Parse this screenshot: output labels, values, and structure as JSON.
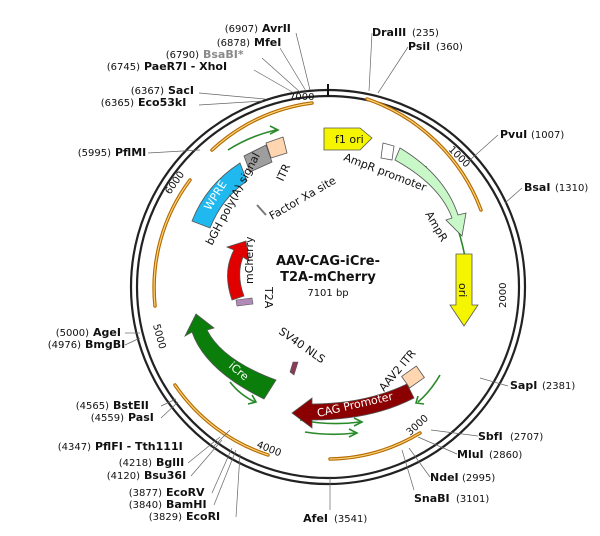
{
  "plasmid": {
    "name_line1": "AAV-CAG-iCre-",
    "name_line2": "T2A-mCherry",
    "size": "7101 bp"
  },
  "ticks": [
    "1000",
    "2000",
    "3000",
    "4000",
    "5000",
    "6000",
    "7000"
  ],
  "sites": {
    "avrii": {
      "name": "AvrII",
      "pos": "(6907)"
    },
    "mfei": {
      "name": "MfeI",
      "pos": "(6878)"
    },
    "bsabi": {
      "name": "BsaBI*",
      "pos": "(6790)"
    },
    "paer7i": {
      "name": "PaeR7I - XhoI",
      "pos": "(6745)"
    },
    "saci": {
      "name": "SacI",
      "pos": "(6367)"
    },
    "eco53ki": {
      "name": "Eco53kI",
      "pos": "(6365)"
    },
    "pflmi": {
      "name": "PflMI",
      "pos": "(5995)"
    },
    "agei": {
      "name": "AgeI",
      "pos": "(5000)"
    },
    "bmgbi": {
      "name": "BmgBI",
      "pos": "(4976)"
    },
    "bsteii": {
      "name": "BstEII",
      "pos": "(4565)"
    },
    "pasi": {
      "name": "PasI",
      "pos": "(4559)"
    },
    "pflfi": {
      "name": "PflFI - Tth111I",
      "pos": "(4347)"
    },
    "bglii": {
      "name": "BglII",
      "pos": "(4218)"
    },
    "bsu36i": {
      "name": "Bsu36I",
      "pos": "(4120)"
    },
    "ecorv": {
      "name": "EcoRV",
      "pos": "(3877)"
    },
    "bamhi": {
      "name": "BamHI",
      "pos": "(3840)"
    },
    "ecori": {
      "name": "EcoRI",
      "pos": "(3829)"
    },
    "afei": {
      "name": "AfeI",
      "pos": "(3541)"
    },
    "snabi": {
      "name": "SnaBI",
      "pos": "(3101)"
    },
    "ndei": {
      "name": "NdeI",
      "pos": "(2995)"
    },
    "mlui": {
      "name": "MluI",
      "pos": "(2860)"
    },
    "sbfi": {
      "name": "SbfI",
      "pos": "(2707)"
    },
    "sapi": {
      "name": "SapI",
      "pos": "(2381)"
    },
    "bsai": {
      "name": "BsaI",
      "pos": "(1310)"
    },
    "pvui": {
      "name": "PvuI",
      "pos": "(1007)"
    },
    "psii": {
      "name": "PsiI",
      "pos": "(360)"
    },
    "draiii": {
      "name": "DraIII",
      "pos": "(235)"
    }
  },
  "features": {
    "f1ori": "f1 ori",
    "ampr_promoter": "AmpR promoter",
    "ampr": "AmpR",
    "ori": "ori",
    "aav2_itr": "AAV2 ITR",
    "cag_promoter": "CAG Promoter",
    "icre": "iCre",
    "sv40_nls": "SV40 NLS",
    "t2a": "T2A",
    "mcherry": "mCherry",
    "factor_xa": "Factor Xa site",
    "wpre": "WPRE",
    "bgh": "bGH poly(A) signal",
    "itr": "ITR"
  },
  "colors": {
    "f1ori": "#f5f500",
    "ampr": "#c8f7c8",
    "ori": "#f5f500",
    "cag": "#8b0000",
    "icre": "#0b7d0b",
    "mcherry": "#e00000",
    "wpre": "#1fb8ef",
    "bgh": "#9e9e9e",
    "itr": "#ffd6b0",
    "orf": "#c07a10",
    "small_arrow": "#2a8a2a"
  }
}
